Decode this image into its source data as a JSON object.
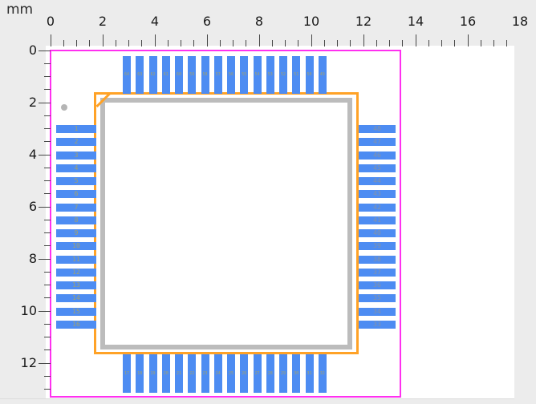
{
  "ruler": {
    "unit_label": "mm",
    "top_tick_labels": [
      "0",
      "2",
      "4",
      "6",
      "8",
      "10",
      "12",
      "14",
      "16",
      "18"
    ],
    "left_tick_labels": [
      "0",
      "2",
      "4",
      "6",
      "8",
      "10",
      "12"
    ],
    "tick_color": "#474747",
    "label_color": "#1a1a1a",
    "background_color": "#ececec"
  },
  "canvas": {
    "background_color": "#ffffff",
    "courtyard_color": "#ff30f0",
    "body_outline_color": "#ffa227",
    "package_silkscreen_color": "#bcbcbc",
    "pad_color": "#4d8cf2",
    "pin1_dot_color": "#b5b5b5"
  },
  "pads": {
    "left": {
      "numbers": [
        "1",
        "2",
        "3",
        "4",
        "5",
        "6",
        "7",
        "8",
        "9",
        "10",
        "11",
        "12",
        "13",
        "14",
        "15",
        "16"
      ],
      "label_color": "#a2a26e"
    },
    "bottom": {
      "numbers": [
        "17",
        "18",
        "19",
        "20",
        "21",
        "22",
        "23",
        "24",
        "25",
        "26",
        "27",
        "28",
        "29",
        "30",
        "31",
        "32"
      ],
      "label_color": "#a2a26e"
    },
    "right": {
      "numbers": [
        "48",
        "47",
        "46",
        "45",
        "44",
        "43",
        "42",
        "41",
        "40",
        "39",
        "38",
        "37",
        "36",
        "35",
        "34",
        "33"
      ],
      "label_color": "#8694a6"
    },
    "top": {
      "numbers": [
        "64",
        "63",
        "62",
        "61",
        "60",
        "59",
        "58",
        "57",
        "56",
        "55",
        "54",
        "53",
        "52",
        "51",
        "50",
        "49"
      ],
      "label_color": "#a2a26e"
    }
  }
}
